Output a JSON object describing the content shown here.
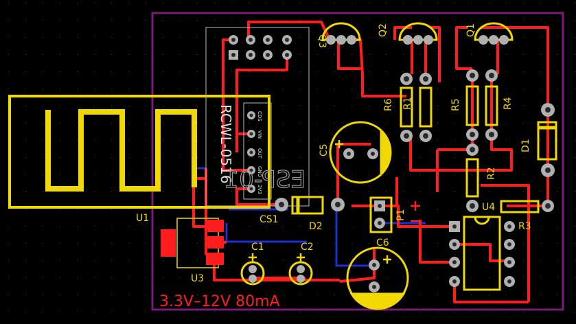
{
  "colors": {
    "background": "#000000",
    "grid": "#555555",
    "board_outline": "#7a1a7a",
    "top_copper": "#ff1e1e",
    "bottom_copper": "#1e2fd0",
    "silkscreen": "#f0d800",
    "pad": "#b0b0b0",
    "hole": "#2a2a2a"
  },
  "labels": {
    "power_note": "3.3V–12V 80mA",
    "u1": "U1",
    "u3": "U3",
    "u4": "U4",
    "c1": "C1",
    "c2": "C2",
    "c5": "C5",
    "c6": "C6",
    "cs1": "CS1",
    "d1": "D1",
    "d2": "D2",
    "p1": "P1",
    "q1": "Q1",
    "q2": "Q2",
    "q3": "Q3",
    "r1": "R1",
    "r2": "R2",
    "r3": "R3",
    "r4": "R4",
    "r5": "R5",
    "r6": "R6",
    "module": "RCWL-0516",
    "esp_mirror": "ESP-01",
    "pin_cds": "CDS",
    "pin_vin": "VIN",
    "pin_out": "OUT",
    "pin_gnd": "GND",
    "pin_3v3": "3V3"
  }
}
